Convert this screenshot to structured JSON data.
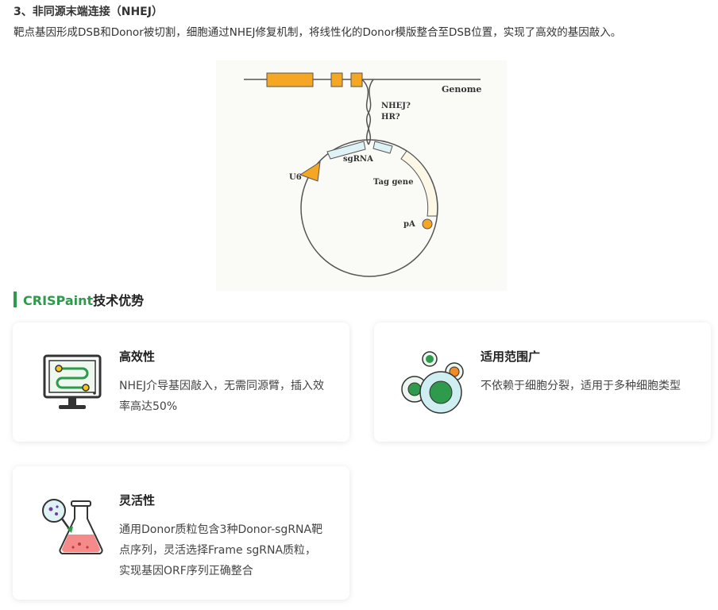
{
  "section": {
    "title": "3、非同源末端连接（NHEJ）",
    "description": "靶点基因形成DSB和Donor被切割，细胞通过NHEJ修复机制，将线性化的Donor模版整合至DSB位置，实现了高效的基因敲入。"
  },
  "diagram": {
    "labels": {
      "genome": "Genome",
      "nhej": "NHEJ?",
      "hr": "HR?",
      "sgrna": "sgRNA",
      "u6": "U6",
      "tag_gene": "Tag gene",
      "pa": "pA"
    },
    "colors": {
      "exon": "#f5a623",
      "sgrna_box": "#dff3f7",
      "tag_box": "#fdf8e6",
      "line": "#555555"
    }
  },
  "advantages": {
    "heading_accent": "CRISPaint",
    "heading_rest": "技术优势",
    "cards": [
      {
        "title": "高效性",
        "text": "NHEJ介导基因敲入，无需同源臂，插入效率高达50%",
        "icon": "monitor-icon"
      },
      {
        "title": "适用范围广",
        "text": "不依赖于细胞分裂，适用于多种细胞类型",
        "icon": "cells-icon"
      },
      {
        "title": "灵活性",
        "text": "通用Donor质粒包含3种Donor-sgRNA靶点序列，灵活选择Frame sgRNA质粒，实现基因ORF序列正确整合",
        "icon": "flask-icon"
      }
    ]
  },
  "colors": {
    "accent": "#2e9a4b"
  }
}
